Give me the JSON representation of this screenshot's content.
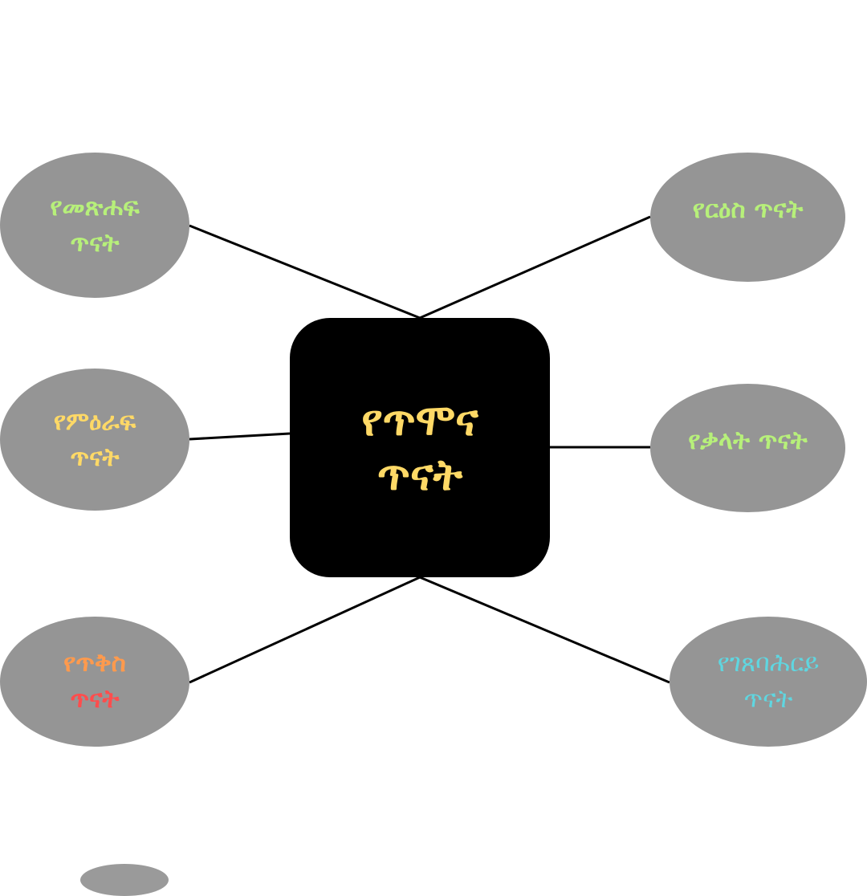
{
  "diagram": {
    "center": {
      "lines": [
        "የጥሞና",
        "ጥናት"
      ],
      "color": "#ffd966",
      "background": "#000000"
    },
    "node_fill": "#959595",
    "edge_color": "#000000",
    "nodes": [
      {
        "id": "node-1",
        "lines": [
          "የመጽሐፍ",
          "ጥናት"
        ],
        "colors": [
          "#b7f07a",
          "#b7f07a"
        ]
      },
      {
        "id": "node-2",
        "lines": [
          "የርዕስ ጥናት"
        ],
        "colors": [
          "#b7f07a"
        ]
      },
      {
        "id": "node-3",
        "lines": [
          "የምዕራፍ",
          "ጥናት"
        ],
        "colors": [
          "#ffd966",
          "#ffd966"
        ]
      },
      {
        "id": "node-4",
        "lines": [
          "የቃላት ጥናት"
        ],
        "colors": [
          "#b7f07a"
        ]
      },
      {
        "id": "node-5",
        "lines": [
          "የጥቅስ",
          "ጥናት"
        ],
        "colors": [
          "#ff9a4d",
          "#ff4d4d"
        ]
      },
      {
        "id": "node-6",
        "lines": [
          "የገጸባሕርይ",
          "ጥናት"
        ],
        "colors": [
          "#5fd6e0",
          "#5fd6e0"
        ]
      }
    ]
  }
}
